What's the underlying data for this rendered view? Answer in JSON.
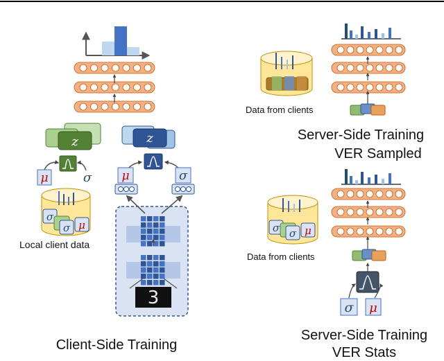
{
  "labels": {
    "local_client_data": "Local client data",
    "client_side_training": "Client-Side Training",
    "data_from_clients_top": "Data from clients",
    "server_sampled_line1": "Server-Side Training",
    "server_sampled_line2": "VER Sampled",
    "data_from_clients_bottom": "Data from clients",
    "server_stats_line1": "Server-Side Training",
    "server_stats_line2": "VER Stats"
  },
  "symbols": {
    "mu": "μ",
    "sigma": "σ",
    "latent": "z",
    "digit": "3"
  },
  "colors": {
    "neuron_fill": "#f4b183",
    "neuron_border": "#c55a11",
    "layer_band": "#fbe5d6",
    "green_dark": "#548235",
    "green_light": "#a9d08e",
    "blue_dark": "#2f5597",
    "blue_light": "#9dc3e6",
    "bar_blue": "#4472c4",
    "bar_light": "#bdd7ee",
    "cylinder": "#ffe699",
    "mu_color": "#c00000",
    "sigma_color": "#1f4e79",
    "dashed_box": "#dae3f3"
  },
  "icons": [
    "histogram-icon",
    "gaussian-curve-icon",
    "database-cylinder-icon",
    "neural-layer-icon",
    "latent-card-icon"
  ]
}
